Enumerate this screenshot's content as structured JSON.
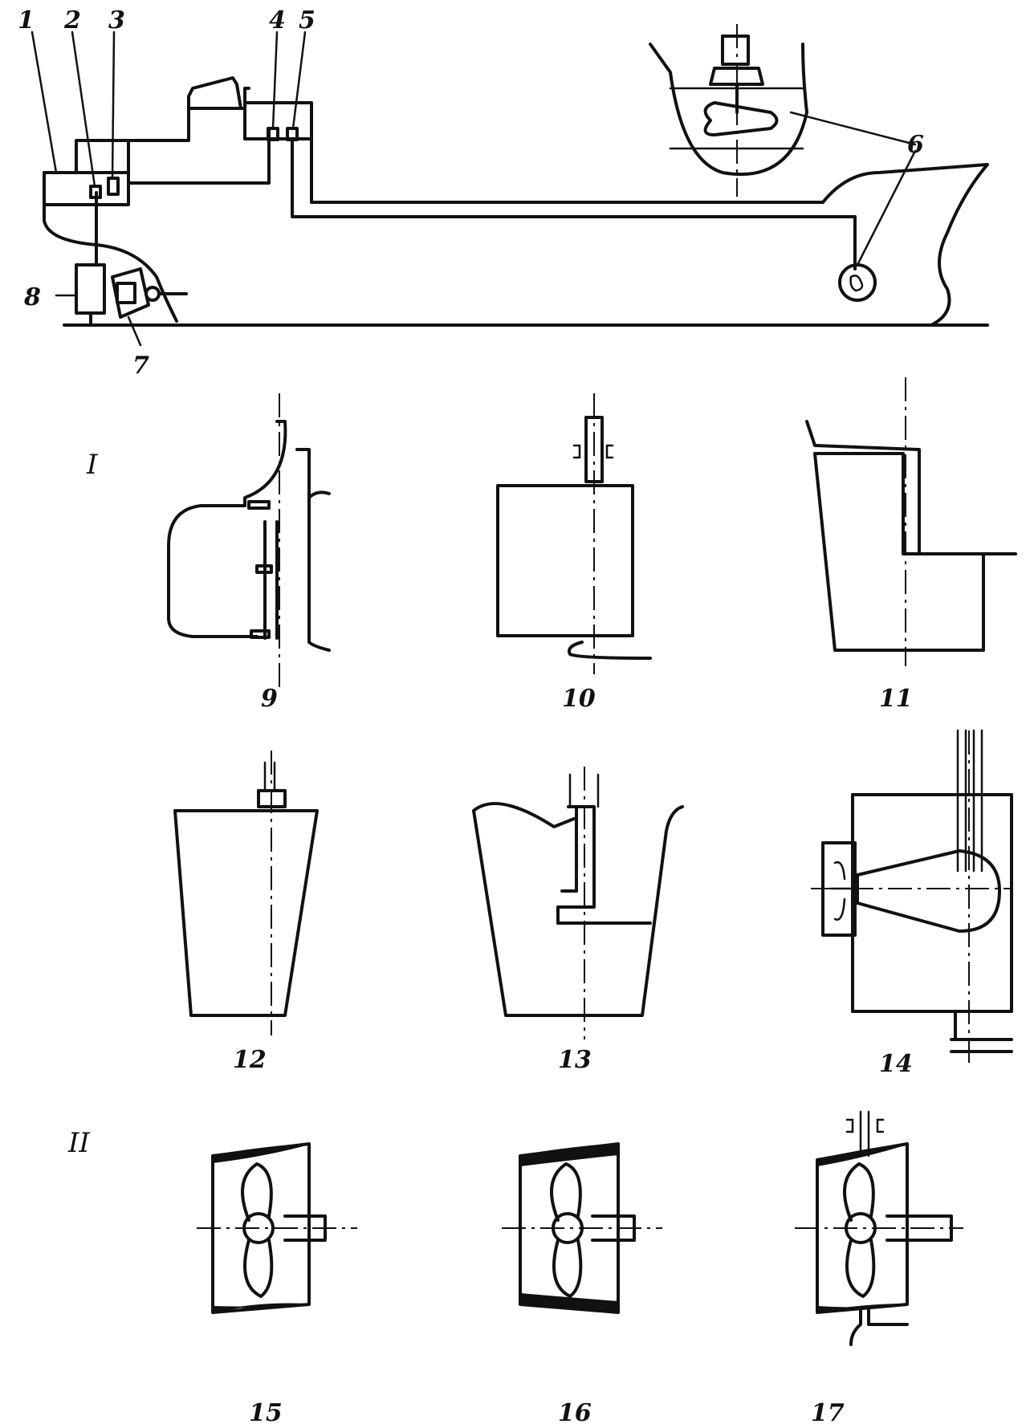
{
  "figure": {
    "callouts": [
      "1",
      "2",
      "3",
      "4",
      "5",
      "6",
      "7",
      "8"
    ],
    "group_marks": [
      "I",
      "II"
    ],
    "rudder_numbers": [
      "9",
      "10",
      "11",
      "12",
      "13",
      "14"
    ],
    "nozzle_numbers": [
      "15",
      "16",
      "17"
    ]
  }
}
